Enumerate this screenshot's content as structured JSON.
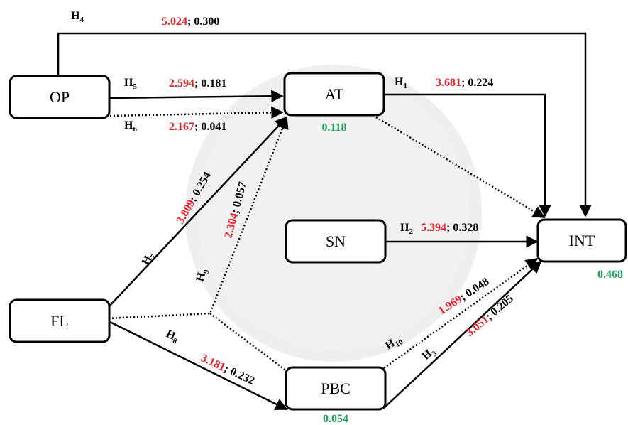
{
  "nodes": {
    "op": "OP",
    "at": "AT",
    "sn": "SN",
    "int": "INT",
    "fl": "FL",
    "pbc": "PBC"
  },
  "r_squared": {
    "at": "0.118",
    "int": "0.468",
    "pbc": "0.054"
  },
  "paths": [
    {
      "id": "h4",
      "hyp": "H",
      "sub": "4",
      "t": "5.024",
      "p": "; 0.300"
    },
    {
      "id": "h5",
      "hyp": "H",
      "sub": "5",
      "t": "2.594",
      "p": "; 0.181"
    },
    {
      "id": "h6",
      "hyp": "H",
      "sub": "6",
      "t": "2.167",
      "p": "; 0.041"
    },
    {
      "id": "h1",
      "hyp": "H",
      "sub": "1",
      "t": "3.681",
      "p": "; 0.224"
    },
    {
      "id": "h2",
      "hyp": "H",
      "sub": "2",
      "t": "5.394",
      "p": "; 0.328"
    },
    {
      "id": "h7",
      "hyp": "H",
      "sub": "7",
      "t": "3.809",
      "p": "; 0.254"
    },
    {
      "id": "h9",
      "hyp": "H",
      "sub": "9",
      "t": "2.304",
      "p": "; 0.057"
    },
    {
      "id": "h8",
      "hyp": "H",
      "sub": "8",
      "t": "3.181",
      "p": "; 0.232"
    },
    {
      "id": "h10",
      "hyp": "H",
      "sub": "10",
      "t": "1.969",
      "p": "; 0.048"
    },
    {
      "id": "h3",
      "hyp": "H",
      "sub": "3",
      "t": "3.051",
      "p": "; 0.205"
    }
  ],
  "colors": {
    "t_value": "#e8202a",
    "r_squared": "#1fa15b",
    "line": "#000000"
  }
}
